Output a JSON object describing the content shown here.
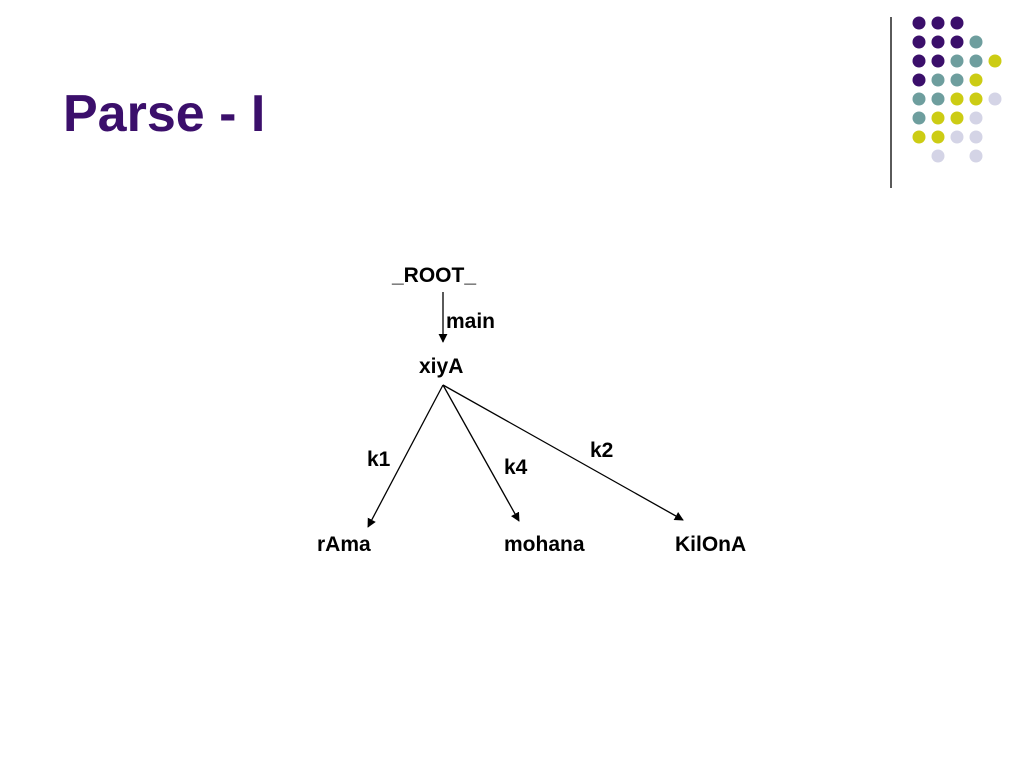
{
  "slide": {
    "title": "Parse - I"
  },
  "palette": {
    "purple": "#3b0f6b",
    "teal": "#6e9e9e",
    "yellow": "#cccc14",
    "lavender": "#d4d4e6"
  },
  "decoration": {
    "dot_rows": [
      [
        "purple",
        "purple",
        "purple",
        ""
      ],
      [
        "purple",
        "purple",
        "purple",
        "teal"
      ],
      [
        "purple",
        "purple",
        "teal",
        "teal",
        "yellow"
      ],
      [
        "purple",
        "teal",
        "teal",
        "yellow",
        ""
      ],
      [
        "teal",
        "teal",
        "yellow",
        "yellow",
        "lavender"
      ],
      [
        "teal",
        "yellow",
        "yellow",
        "lavender",
        ""
      ],
      [
        "yellow",
        "yellow",
        "lavender",
        "lavender",
        ""
      ],
      [
        "",
        "lavender",
        "",
        "lavender",
        ""
      ]
    ]
  },
  "tree": {
    "nodes": {
      "root": "_ROOT_",
      "head": "xiyA",
      "child1": "rAma",
      "child2": "mohana",
      "child3": "KilOnA"
    },
    "edges": {
      "root_head": "main",
      "head_child1": "k1",
      "head_child2": "k4",
      "head_child3": "k2"
    }
  }
}
